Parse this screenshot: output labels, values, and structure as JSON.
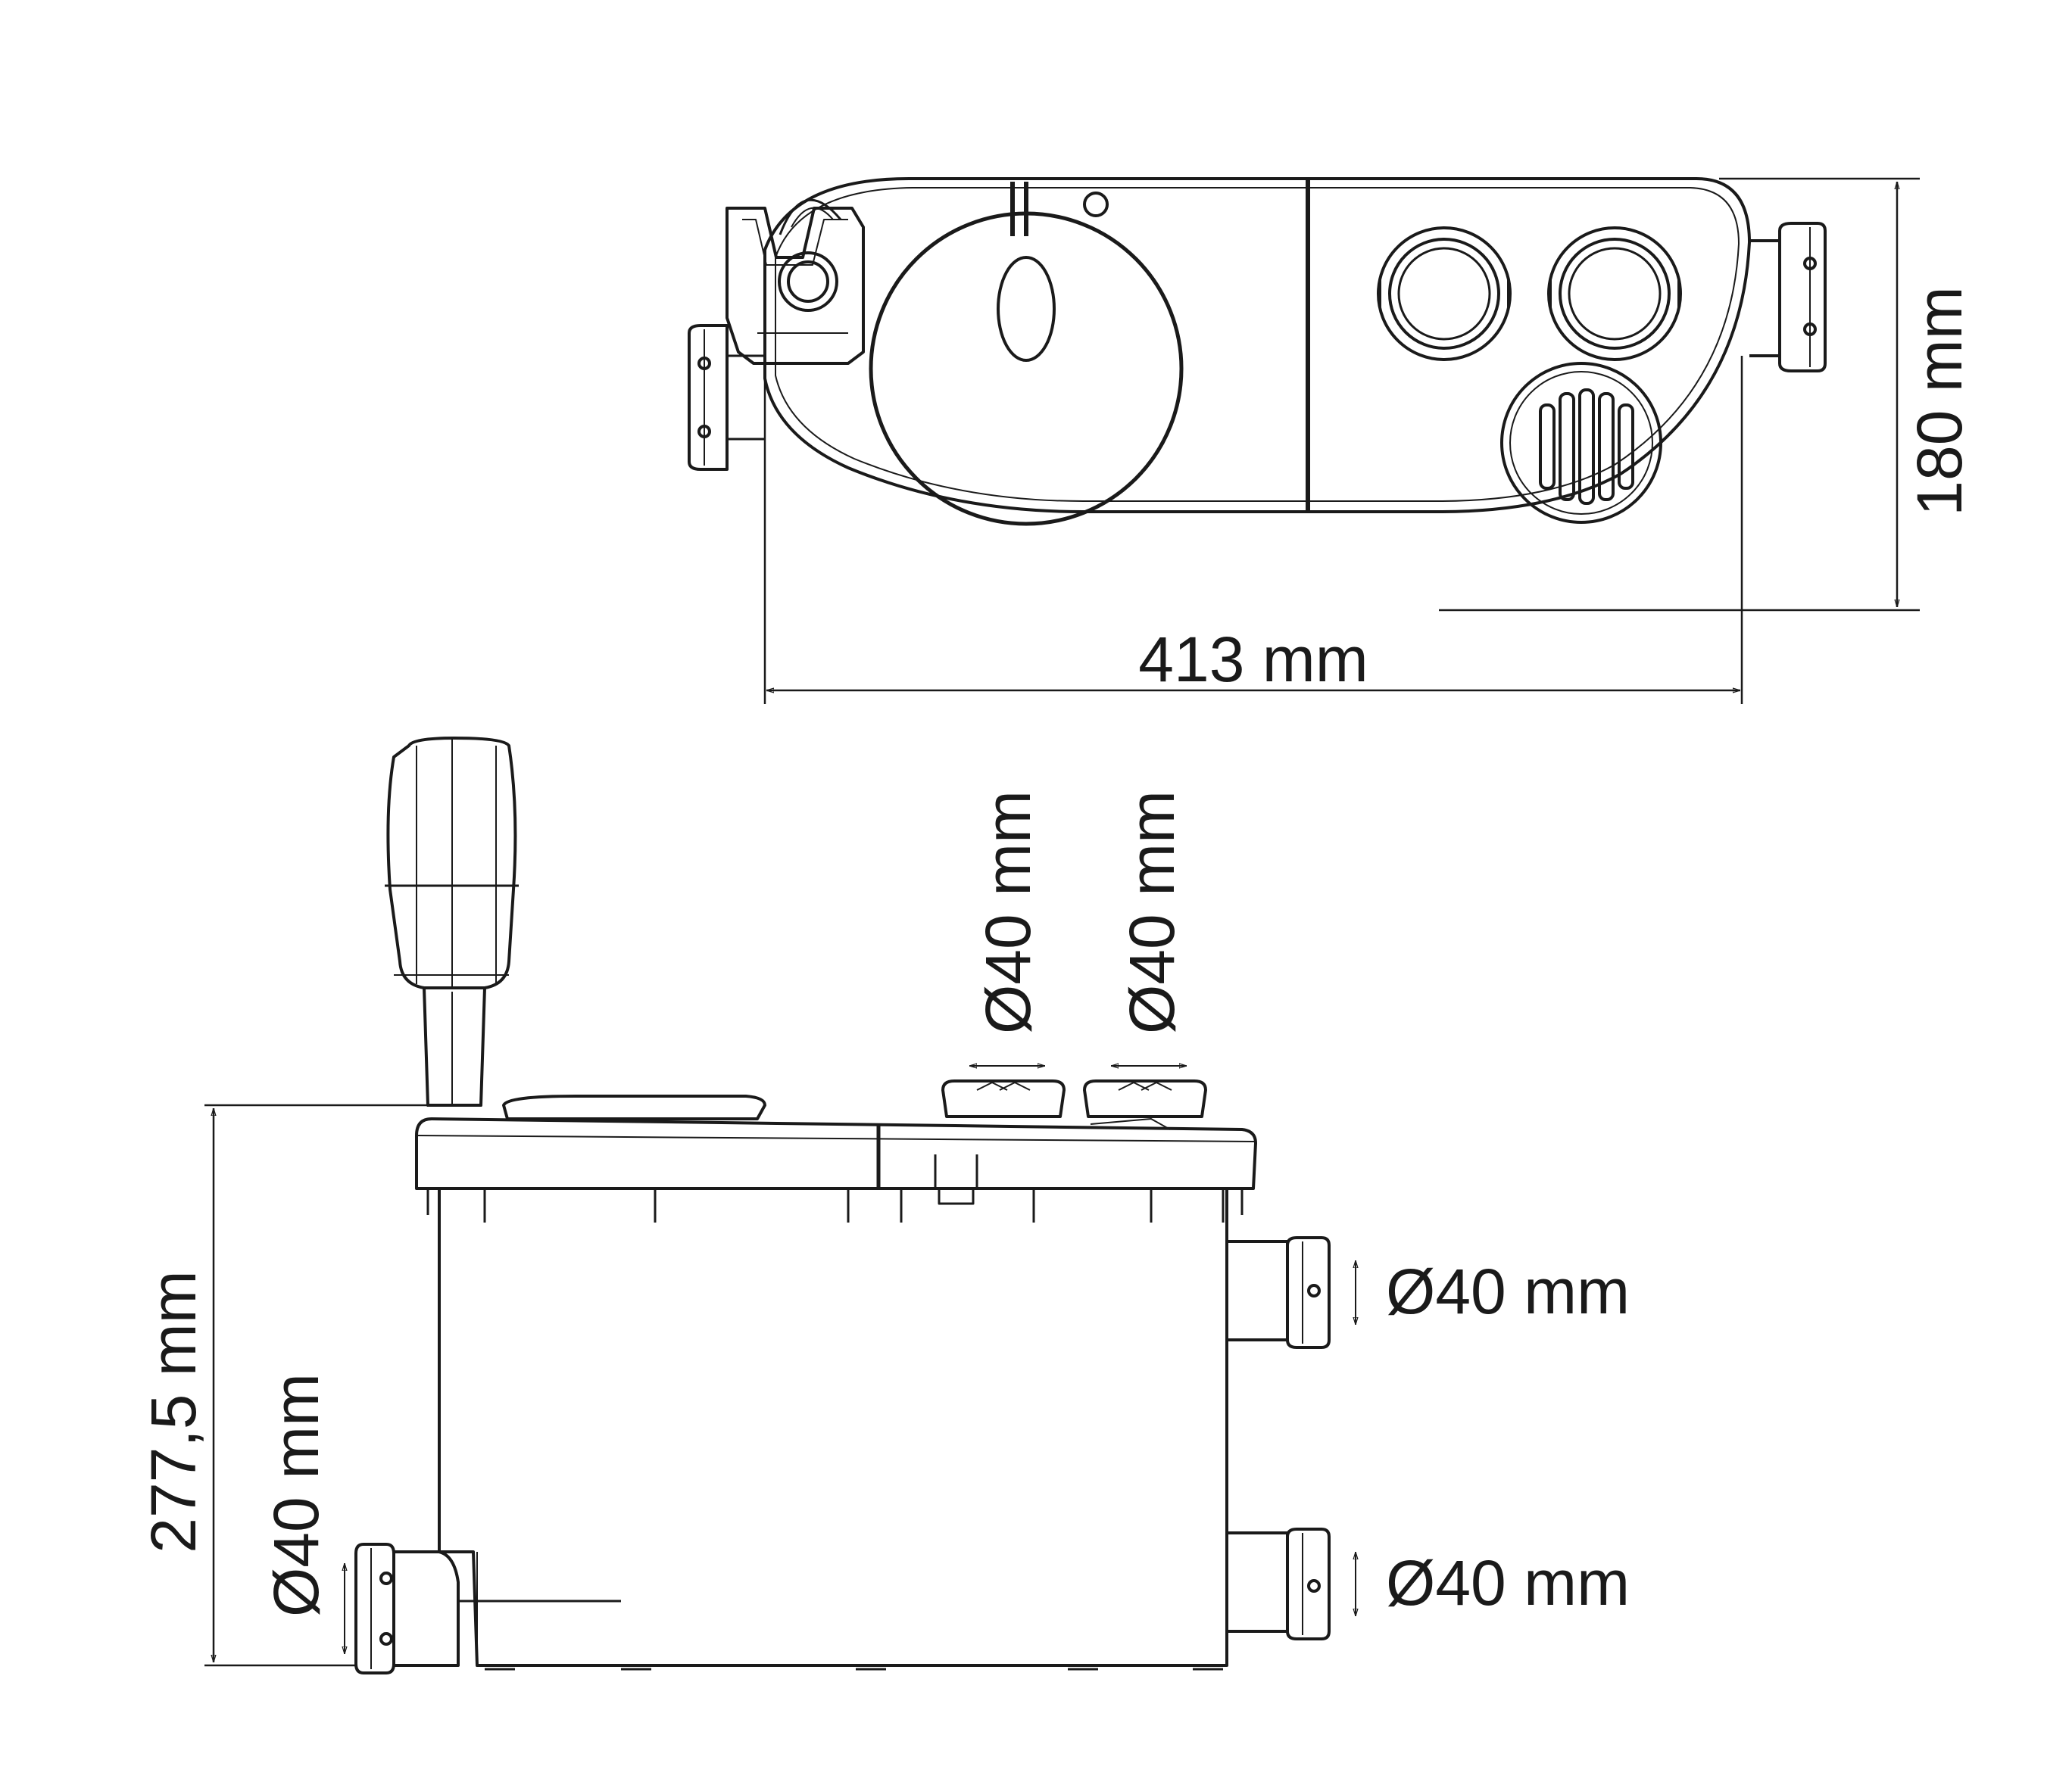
{
  "dimensions": {
    "top_view_width": "413 mm",
    "top_view_depth": "180 mm",
    "side_view_height": "277,5 mm",
    "top_inlet_left": "Ø40 mm",
    "top_inlet_right": "Ø40 mm",
    "right_inlet_upper": "Ø40 mm",
    "right_inlet_lower": "Ø40 mm",
    "left_inlet_bottom": "Ø40 mm"
  },
  "colors": {
    "line": "#1a1a1a",
    "background": "#ffffff"
  }
}
